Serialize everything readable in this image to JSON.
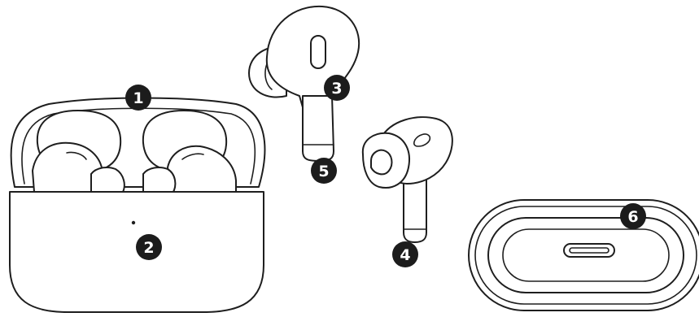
{
  "callouts": [
    {
      "id": "c1",
      "label": "1"
    },
    {
      "id": "c2",
      "label": "2"
    },
    {
      "id": "c3",
      "label": "3"
    },
    {
      "id": "c4",
      "label": "4"
    },
    {
      "id": "c5",
      "label": "5"
    },
    {
      "id": "c6",
      "label": "6"
    }
  ],
  "colors": {
    "line": "#1e1e1e",
    "badge_fill": "#1c1c1c",
    "badge_text": "#ffffff",
    "background": "#ffffff"
  },
  "icons": [
    "charging-case-open-illustration",
    "earbud-side-illustration",
    "earbud-front-illustration",
    "case-bottom-usb-c-illustration"
  ]
}
